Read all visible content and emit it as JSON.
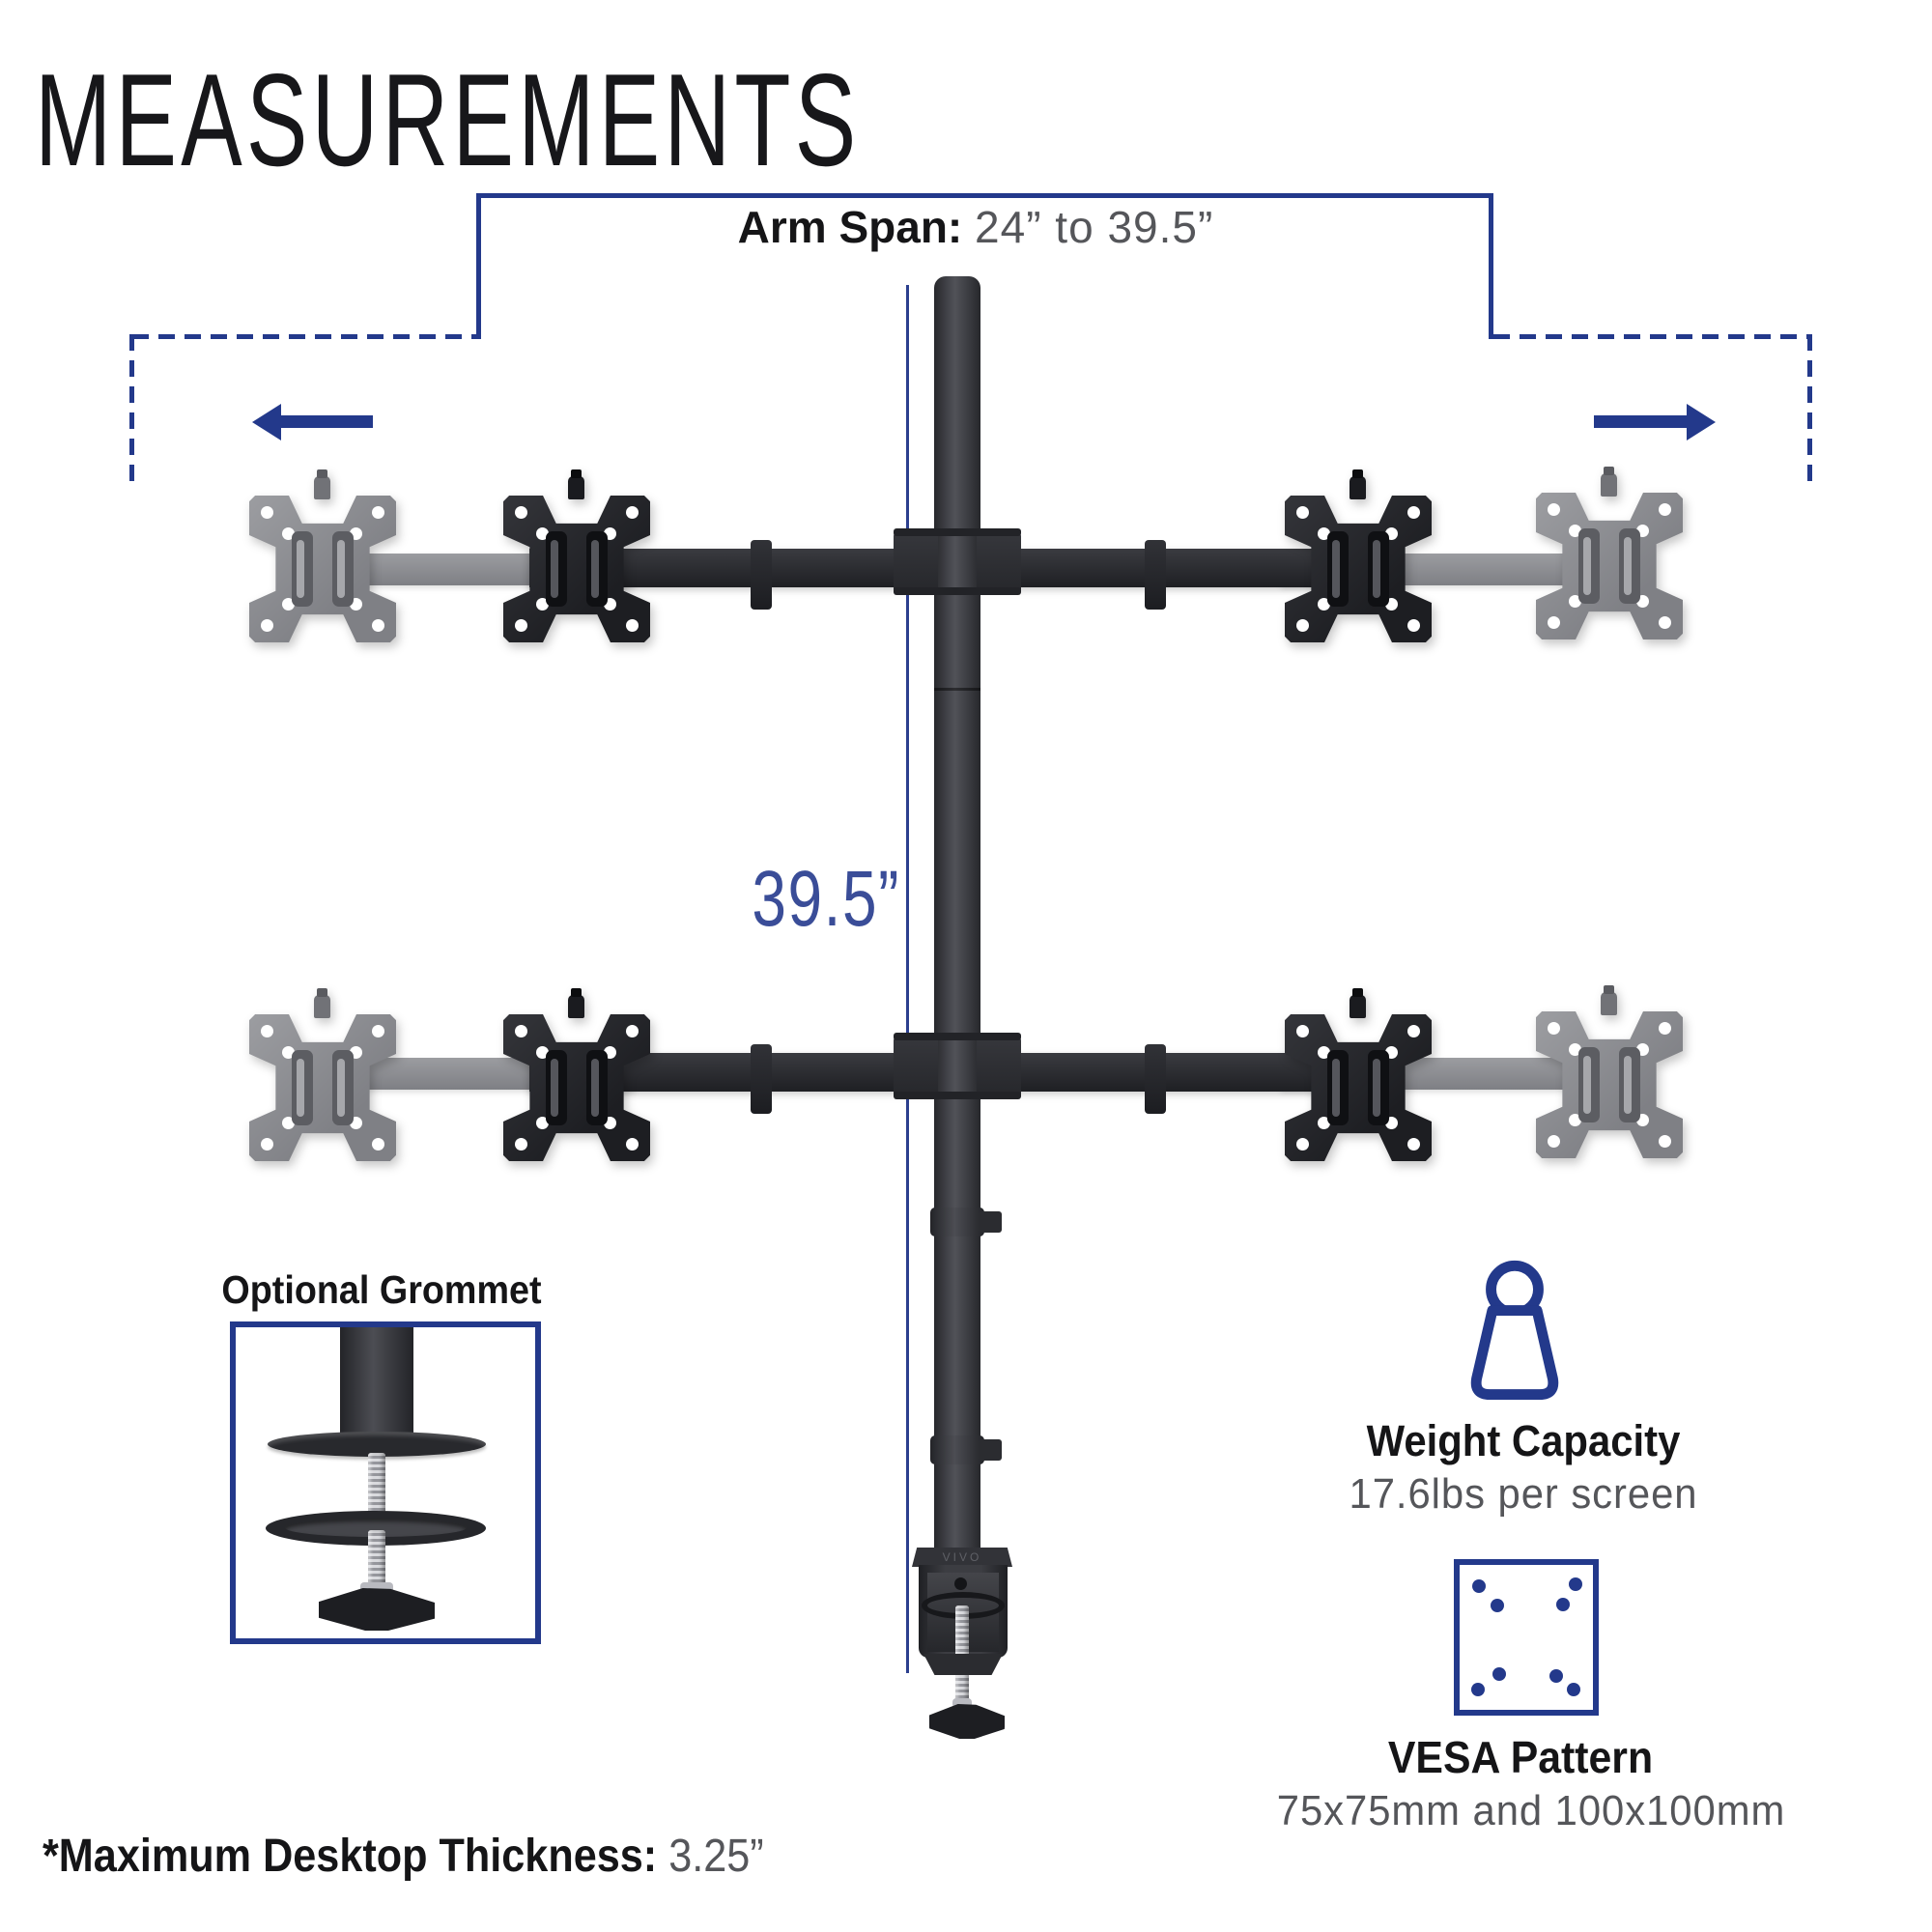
{
  "title": "MEASUREMENTS",
  "arm_span": {
    "label": "Arm Span:",
    "value": "24” to 39.5”"
  },
  "pole": {
    "height_label": "39.5”"
  },
  "grommet": {
    "label": "Optional Grommet"
  },
  "weight_capacity": {
    "title": "Weight Capacity",
    "subtitle": "17.6lbs per screen"
  },
  "vesa": {
    "title": "VESA Pattern",
    "subtitle": "75x75mm and 100x100mm"
  },
  "footnote": {
    "label": "*Maximum Desktop Thickness:",
    "value": " 3.25”"
  },
  "clamp": {
    "brand": "VIVO"
  },
  "icons": {
    "left_arrow": "left-arrow-icon",
    "right_arrow": "right-arrow-icon",
    "weight": "weight-icon",
    "vesa_pattern": "vesa-pattern-icon"
  },
  "colors": {
    "navy": "#23398b",
    "navy_light": "#3a4d98",
    "text_black": "#151517",
    "text_gray": "#55565a",
    "metal_black": "#26272b",
    "metal_gray": "#8d8e92"
  }
}
